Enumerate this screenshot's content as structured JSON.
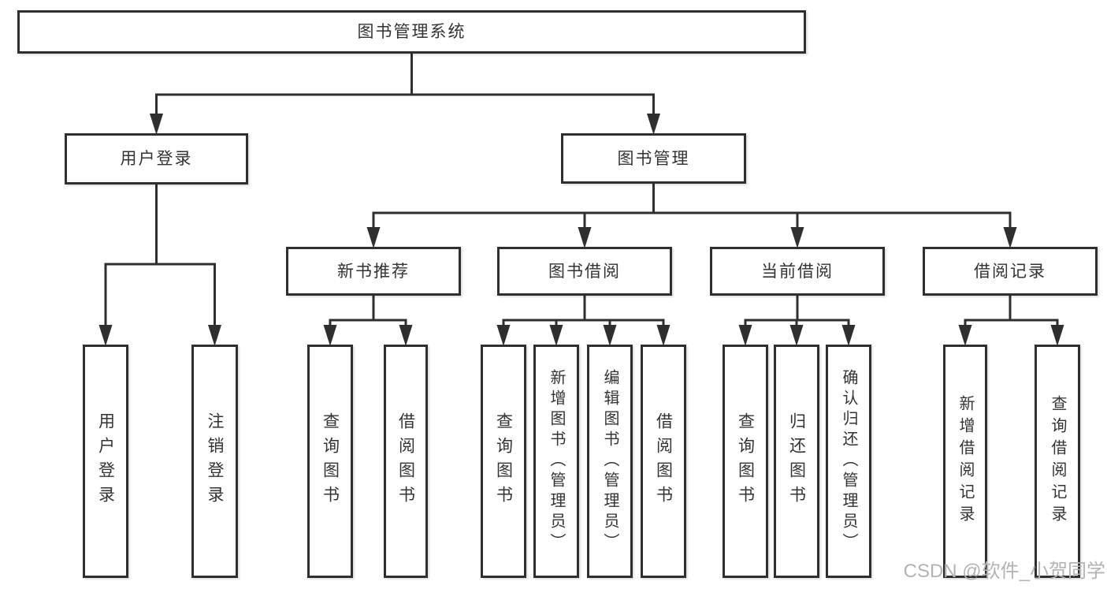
{
  "diagram_title": "图书管理系统",
  "nodes": {
    "root": {
      "label": "图书管理系统"
    },
    "user-login": {
      "label": "用户登录"
    },
    "book-mgmt": {
      "label": "图书管理"
    },
    "new-book-rec": {
      "label": "新书推荐"
    },
    "book-borrow": {
      "label": "图书借阅"
    },
    "current-borrow": {
      "label": "当前借阅"
    },
    "borrow-records": {
      "label": "借阅记录"
    },
    "leaf-user-login": {
      "label": "用户登录"
    },
    "leaf-logout": {
      "label": "注销登录"
    },
    "leaf-query-book-1": {
      "label": "查询图书"
    },
    "leaf-borrow-book-1": {
      "label": "借阅图书"
    },
    "leaf-query-book-2": {
      "label": "查询图书"
    },
    "leaf-add-book": {
      "label": "新增图书（管理员）"
    },
    "leaf-edit-book": {
      "label": "编辑图书（管理员）"
    },
    "leaf-borrow-book-2": {
      "label": "借阅图书"
    },
    "leaf-query-book-3": {
      "label": "查询图书"
    },
    "leaf-return-book": {
      "label": "归还图书"
    },
    "leaf-confirm-return": {
      "label": "确认归还（管理员）"
    },
    "leaf-add-borrow-record": {
      "label": "新增借阅记录"
    },
    "leaf-query-borrow-record": {
      "label": "查询借阅记录"
    }
  },
  "edges": [
    {
      "parent": "root",
      "children": [
        "user-login",
        "book-mgmt"
      ]
    },
    {
      "parent": "user-login",
      "children": [
        "leaf-user-login",
        "leaf-logout"
      ]
    },
    {
      "parent": "book-mgmt",
      "children": [
        "new-book-rec",
        "book-borrow",
        "current-borrow",
        "borrow-records"
      ]
    },
    {
      "parent": "new-book-rec",
      "children": [
        "leaf-query-book-1",
        "leaf-borrow-book-1"
      ]
    },
    {
      "parent": "book-borrow",
      "children": [
        "leaf-query-book-2",
        "leaf-add-book",
        "leaf-edit-book",
        "leaf-borrow-book-2"
      ]
    },
    {
      "parent": "current-borrow",
      "children": [
        "leaf-query-book-3",
        "leaf-return-book",
        "leaf-confirm-return"
      ]
    },
    {
      "parent": "borrow-records",
      "children": [
        "leaf-add-borrow-record",
        "leaf-query-borrow-record"
      ]
    }
  ],
  "watermark": "CSDN @软件_小贺同学",
  "colors": {
    "line": "#2f2f2f",
    "text": "#333333",
    "box_background": "#ffffff",
    "watermark": "#b3b3b3",
    "background": "#ffffff"
  }
}
